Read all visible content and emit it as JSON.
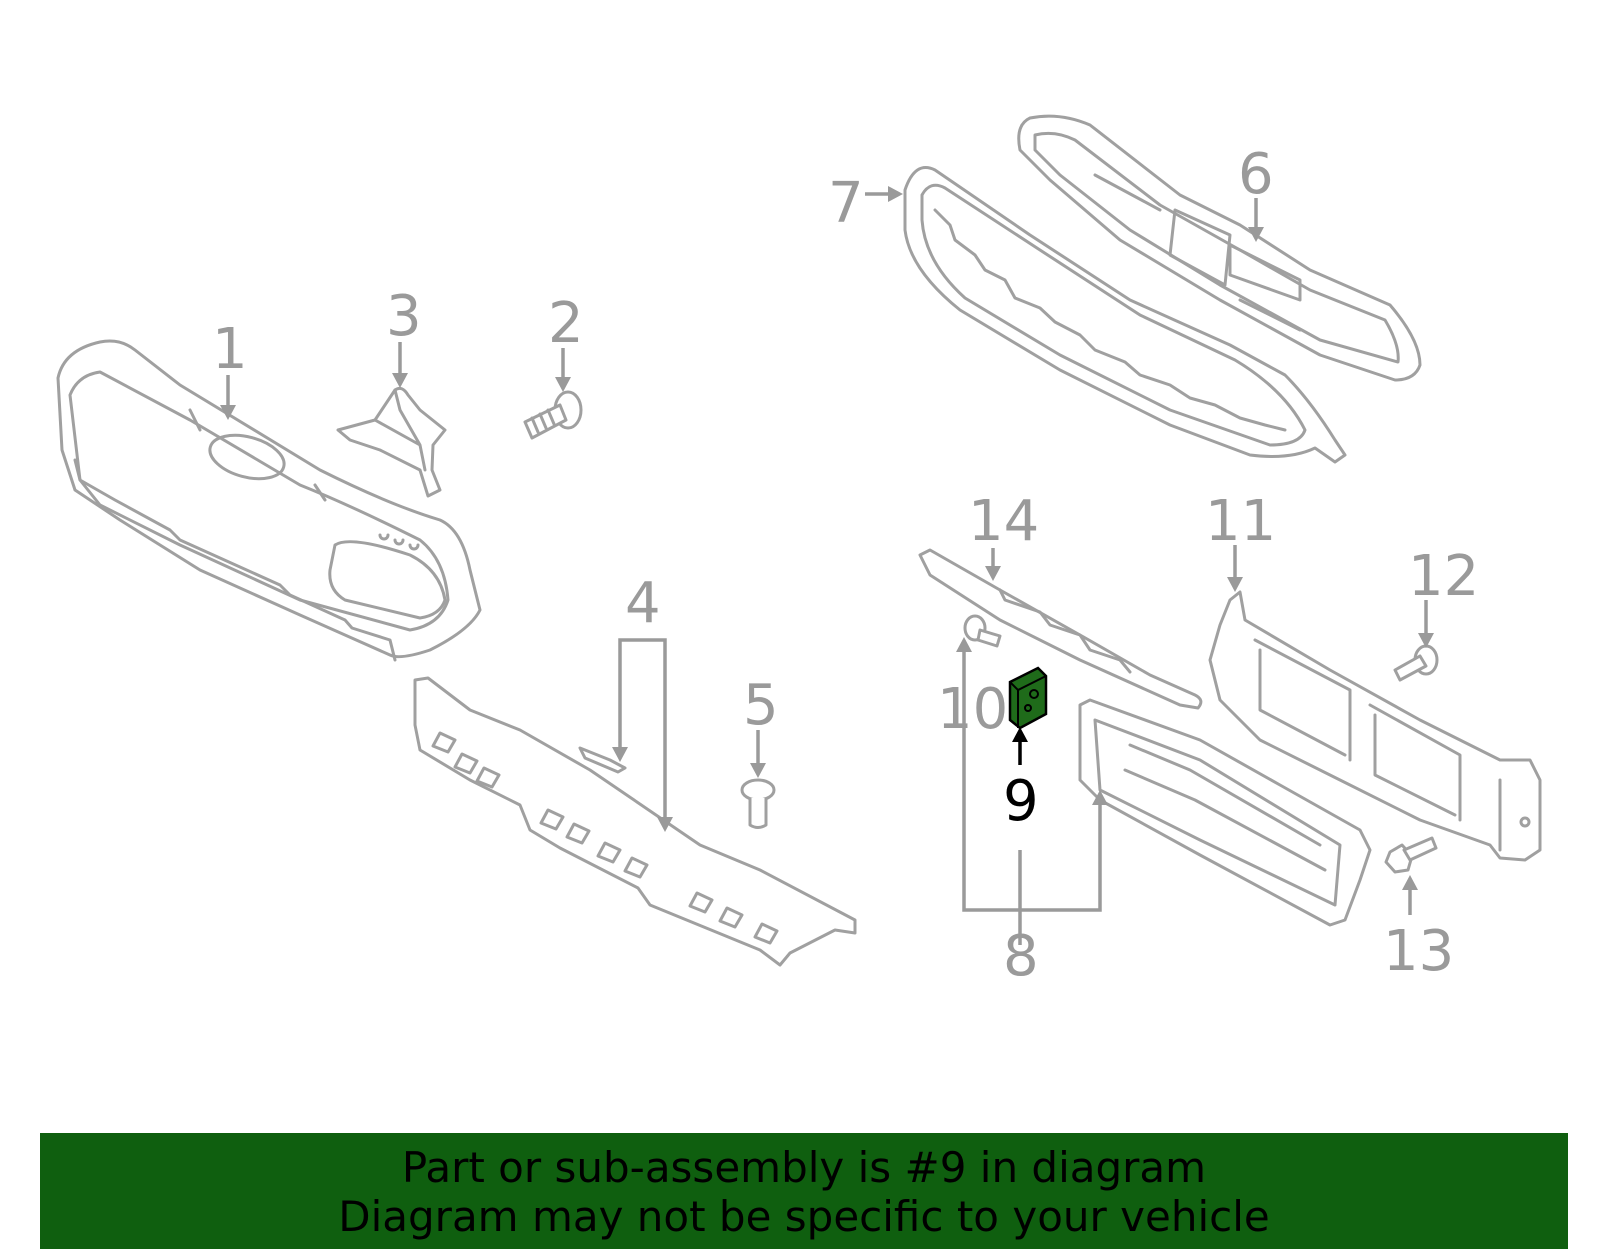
{
  "diagram": {
    "callouts": [
      "1",
      "2",
      "3",
      "4",
      "5",
      "6",
      "7",
      "8",
      "9",
      "10",
      "11",
      "12",
      "13",
      "14"
    ],
    "highlighted_part": "9",
    "highlight_color": "#1f6b1a",
    "part_color": "#a0a0a0"
  },
  "banner": {
    "line1": "Part or sub-assembly is #9 in diagram",
    "line2": "Diagram may not be specific to your vehicle",
    "background": "#0f5f0f"
  }
}
